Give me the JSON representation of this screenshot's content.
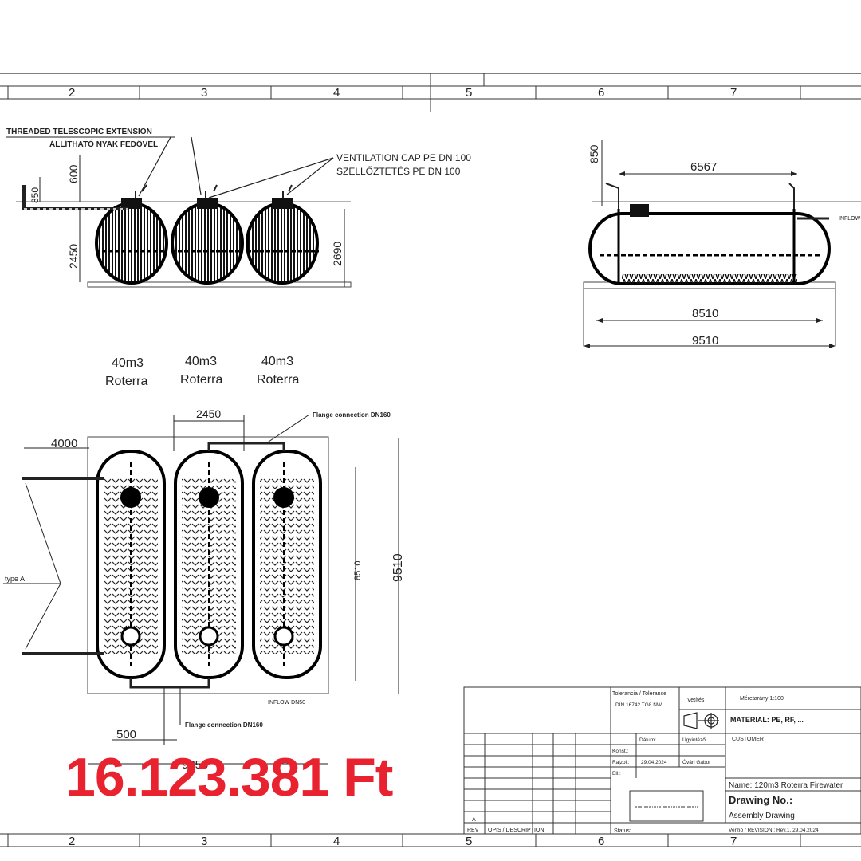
{
  "grid": {
    "columns": [
      "2",
      "3",
      "4",
      "5",
      "6",
      "7"
    ]
  },
  "front_view": {
    "callout_extension_en": "THREADED TELESCOPIC EXTENSION",
    "callout_extension_hu": "ÁLLÍTHATÓ NYAK FEDŐVEL",
    "callout_vent_en": "VENTILATION CAP PE DN 100",
    "callout_vent_hu": "SZELLŐZTETÉS PE DN 100",
    "dim_850": "850",
    "dim_600": "600",
    "dim_2450": "2450",
    "dim_2690": "2690"
  },
  "side_view": {
    "dim_850": "850",
    "dim_6567": "6567",
    "dim_8510": "8510",
    "dim_9510": "9510",
    "inflow": "INFLOW"
  },
  "tank_labels": [
    {
      "volume": "40m3",
      "name": "Roterra"
    },
    {
      "volume": "40m3",
      "name": "Roterra"
    },
    {
      "volume": "40m3",
      "name": "Roterra"
    }
  ],
  "plan_view": {
    "dim_2450": "2450",
    "dim_4000": "4000",
    "flange_top": "Flange connection DN160",
    "dim_8510": "8510",
    "dim_9510": "9510",
    "type_label": "type A",
    "inflow": "INFLOW DN50",
    "dim_500": "500",
    "flange_bottom": "Flange connection DN160",
    "dim_bottom": "9350"
  },
  "title_block": {
    "tolerance": "Tolerancia / Tolerance",
    "tolerance_std": "DIN 16742 TG8 NW",
    "projection": "Vetítés",
    "scale": "Méretarány 1:100",
    "material": "MATERIAL: PE, RF, ...",
    "customer": "CUSTOMER",
    "datum": "Dátum:",
    "designer": "Ügyintéző:",
    "row_konst": "Konst.:",
    "row_rajzol": "Rajzol.:",
    "row_ell": "Ell.:",
    "date": "29.04.2024",
    "person": "Óvári Gábor",
    "name": "Name: 120m3 Roterra Firewater",
    "drawing_no": "Drawing No.:",
    "assembly": "Assembly Drawing",
    "revision": "Verzió / REVISION : Rev.1. 29.04.2024",
    "rev_a": "A",
    "rev": "REV",
    "desc": "OPIS / DESCRIPTION",
    "status": "Status:"
  },
  "price": "16.123.381 Ft"
}
